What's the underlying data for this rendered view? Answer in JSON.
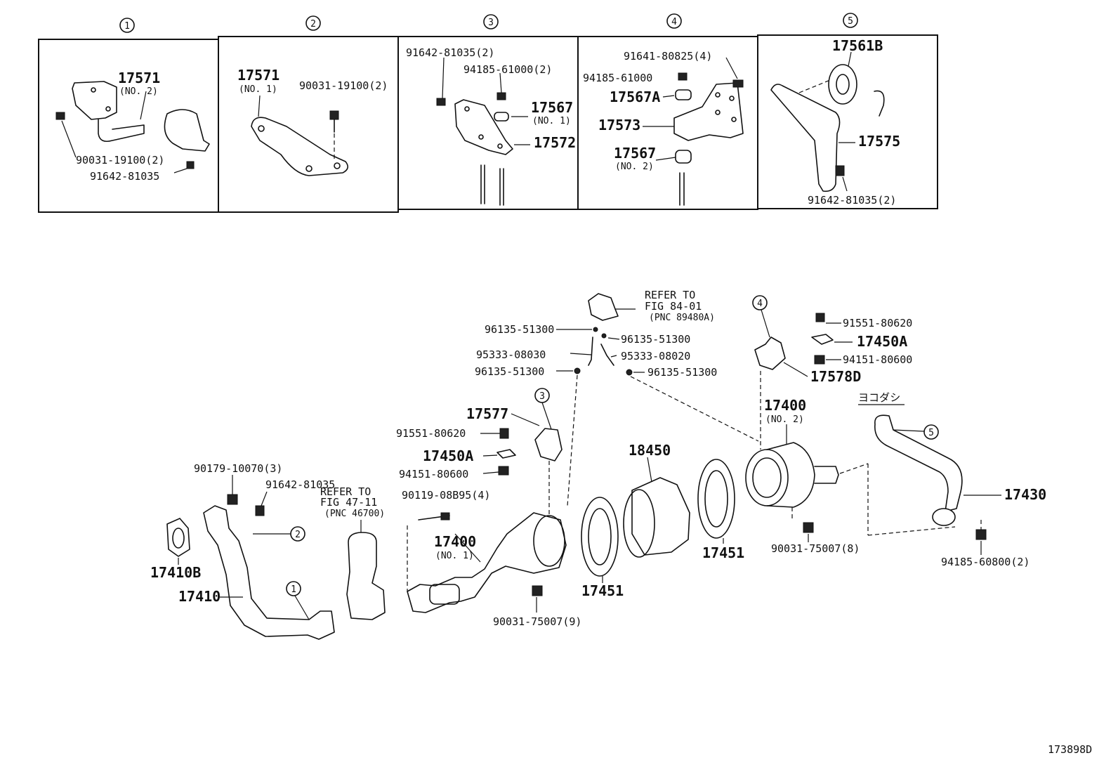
{
  "callouts": [
    "1",
    "2",
    "3",
    "4",
    "5"
  ],
  "panels": {
    "p1": {
      "part_main": "17571",
      "part_main_sub": "(NO. 2)",
      "bolt": "90031-19100(2)",
      "screw": "91642-81035"
    },
    "p2": {
      "part_main": "17571",
      "part_main_sub": "(NO. 1)",
      "bolt": "90031-19100(2)"
    },
    "p3": {
      "screw": "91642-81035(2)",
      "nut": "94185-61000(2)",
      "cushion": "17567",
      "cushion_sub": "(NO. 1)",
      "bracket": "17572"
    },
    "p4": {
      "screw": "91641-80825(4)",
      "nut": "94185-61000",
      "cushion_a": "17567A",
      "bracket": "17573",
      "cushion": "17567",
      "cushion_sub": "(NO. 2)"
    },
    "p5": {
      "ring": "17561B",
      "bracket": "17575",
      "screw": "91642-81035(2)"
    }
  },
  "main": {
    "refer_84": {
      "line1": "REFER TO",
      "line2": "FIG 84-01",
      "line3": "(PNC 89480A)"
    },
    "refer_47": {
      "line1": "REFER TO",
      "line2": "FIG 47-11",
      "line3": "(PNC 46700)"
    },
    "clip_a": "96135-51300",
    "clip_b": "96135-51300",
    "clip_c": "96135-51300",
    "clip_d": "96135-51300",
    "hose_a": "95333-08030",
    "hose_b": "95333-08020",
    "bolt_r": "91551-80620",
    "gasket_r": "17450A",
    "nut_r": "94151-80600",
    "support_r": "17578D",
    "muffler2": "17400",
    "muffler2_sub": "(NO. 2)",
    "yokodashi": "ヨコダシ",
    "tailpipe": "17430",
    "nut_tail": "94185-60800(2)",
    "nut_mid": "90031-75007(8)",
    "bracket_3": "17577",
    "bolt_l": "91551-80620",
    "gasket_l": "17450A",
    "nut_l": "94151-80600",
    "stud": "90119-08B95(4)",
    "muffler1": "17400",
    "muffler1_sub": "(NO. 1)",
    "nut_front": "90031-75007(9)",
    "drum": "18450",
    "gasket_mid": "17451",
    "gasket_front": "17451",
    "nut_pipe": "90179-10070(3)",
    "screw_pipe": "91642-81035",
    "gasket_pipe": "17410B",
    "front_pipe": "17410"
  },
  "diagram_id": "173898D"
}
